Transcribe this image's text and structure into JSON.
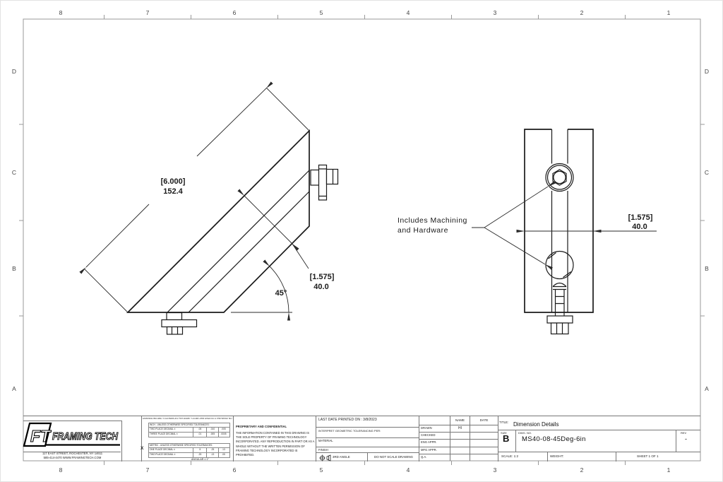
{
  "sheet": {
    "zones": {
      "columns": [
        "8",
        "7",
        "6",
        "5",
        "4",
        "3",
        "2",
        "1"
      ],
      "rows": [
        "D",
        "C",
        "B",
        "A"
      ]
    }
  },
  "views": {
    "iso": {
      "length_in": "[6.000]",
      "length_mm": "152.4",
      "width_in": "[1.575]",
      "width_mm": "40.0",
      "angle": "45°"
    },
    "front": {
      "width_in": "[1.575]",
      "width_mm": "40.0",
      "note_line1": "Includes Machining",
      "note_line2": "and Hardware"
    }
  },
  "title_block": {
    "logo": {
      "monogram": "FT",
      "name": "FRAMING TECH",
      "address1": "117 EAST STREET, ROCHESTER, NY 14611",
      "address2": "585-414-4470  WWW.FRAMINGTECH.COM"
    },
    "tolerances": {
      "header": "DIMENSIONS AND TOLERANCES PER ASME Y14.5M-1994 UNLESS OTHERWISE NOTED",
      "inch_header": "INCH - UNLESS OTHERWISE SPECIFIED TOLERANCES:",
      "inch_rows": [
        [
          "TWO PLACE DECIMAL ±",
          ".05",
          ".010",
          ".005"
        ],
        [
          "THREE PLACE DECIMAL ±",
          ".01",
          ".005",
          ".0005"
        ]
      ],
      "metric_selected": "X",
      "metric_header": "METRIC - UNLESS OTHERWISE SPECIFIED TOLERANCES:",
      "metric_rows": [
        [
          "ONE PLACE DECIMAL ±",
          ".5",
          ".25",
          ".13"
        ],
        [
          "TWO PLACE DECIMAL ±",
          ".25",
          ".13",
          ".05"
        ]
      ],
      "angular": "ANGULAR ± 1°"
    },
    "proprietary": {
      "heading": "PROPRIETARY AND CONFIDENTIAL",
      "body": "THE INFORMATION CONTAINED IN THIS DRAWING IS THE SOLE PROPERTY OF FRAMING TECHNOLOGY INCORPORATED. ANY REPRODUCTION IN PART OR AS A WHOLE WITHOUT THE WRITTEN PERMISSION OF FRAMING TECHNOLOGY INCORPORATED IS PROHIBITED.",
      "metric_mark": "X"
    },
    "print_block": {
      "last_printed": "LAST DATE PRINTED ON : 3/8/2023",
      "interpret": "INTERPRET GEOMETRIC TOLERANCING PER:",
      "material": "MATERIAL",
      "finish": "FINISH",
      "projection": "3RD ANGLE",
      "no_scale": "DO NOT SCALE DRAWING"
    },
    "approvals": {
      "name_col": "NAME",
      "date_col": "DATE",
      "rows": [
        [
          "DRAWN",
          "HI",
          ""
        ],
        [
          "CHECKED",
          "",
          ""
        ],
        [
          "ENG APPR.",
          "",
          ""
        ],
        [
          "MFG APPR.",
          "",
          ""
        ],
        [
          "Q.A.",
          "",
          ""
        ]
      ]
    },
    "info": {
      "title_label": "TITLE:",
      "title": "Dimension Details",
      "size_label": "SIZE",
      "size": "B",
      "dwg_label": "DWG. NO.",
      "dwg_no": "MS40-08-45Deg-6in",
      "rev_label": "REV",
      "rev": "-",
      "scale": "SCALE: 1:2",
      "weight": "WEIGHT:",
      "sheet": "SHEET 1 OF 1"
    }
  }
}
